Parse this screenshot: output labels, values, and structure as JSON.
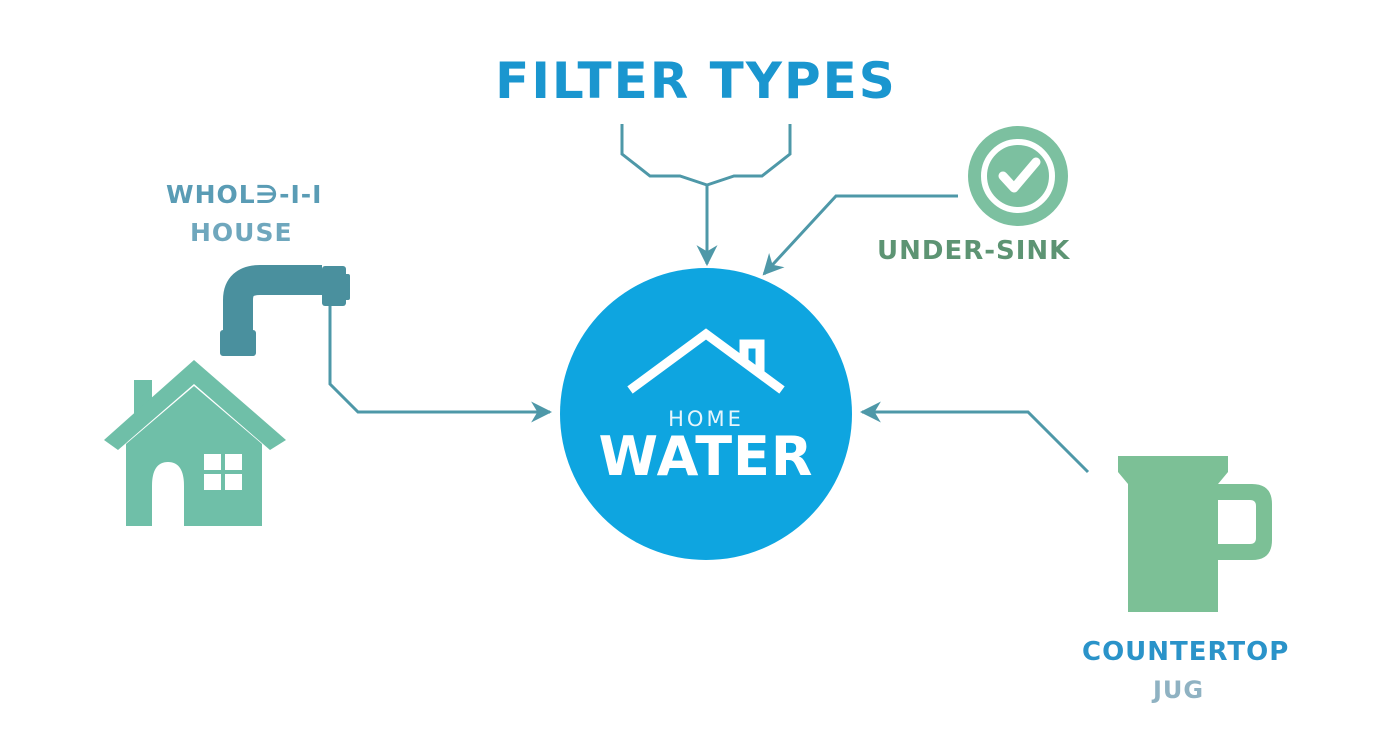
{
  "title": "FILTER TYPES",
  "hub": {
    "line1": "HOME",
    "line2": "WATER"
  },
  "nodes": {
    "whole_house": {
      "line1": "WHOL∋-I-I",
      "line2": "HOUSE"
    },
    "under_sink": {
      "label": "UNDER-SINK"
    },
    "countertop": {
      "line1": "COUNTERTOP",
      "line2": "JUG"
    }
  },
  "colors": {
    "title": "#1a96cf",
    "hub": "#0ea5e0",
    "connector": "#4e98a8",
    "house": "#6fbfa8",
    "pipe": "#4a909e",
    "check": "#7cc0a0",
    "jug": "#7cc096"
  }
}
